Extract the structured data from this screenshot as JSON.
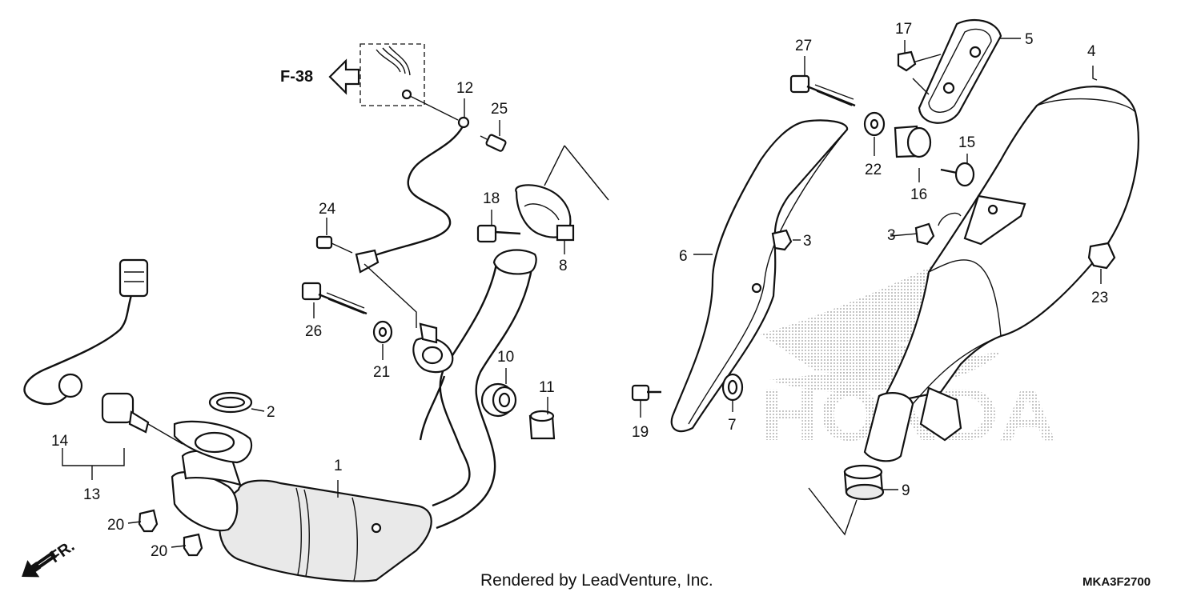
{
  "diagram": {
    "reference": {
      "label": "F-38"
    },
    "direction": {
      "label": "FR."
    },
    "watermark": {
      "text": "HONDA",
      "icon": "honda-wing-logo"
    },
    "credit": "Rendered by LeadVenture, Inc.",
    "code": "MKA3F2700",
    "parts": [
      {
        "id": "p1",
        "label": "1"
      },
      {
        "id": "p2",
        "label": "2"
      },
      {
        "id": "p3a",
        "label": "3"
      },
      {
        "id": "p3b",
        "label": "3"
      },
      {
        "id": "p4",
        "label": "4"
      },
      {
        "id": "p5",
        "label": "5"
      },
      {
        "id": "p6",
        "label": "6"
      },
      {
        "id": "p7",
        "label": "7"
      },
      {
        "id": "p8",
        "label": "8"
      },
      {
        "id": "p9",
        "label": "9"
      },
      {
        "id": "p10",
        "label": "10"
      },
      {
        "id": "p11",
        "label": "11"
      },
      {
        "id": "p12",
        "label": "12"
      },
      {
        "id": "p13",
        "label": "13"
      },
      {
        "id": "p14",
        "label": "14"
      },
      {
        "id": "p15",
        "label": "15"
      },
      {
        "id": "p16",
        "label": "16"
      },
      {
        "id": "p17",
        "label": "17"
      },
      {
        "id": "p18",
        "label": "18"
      },
      {
        "id": "p19",
        "label": "19"
      },
      {
        "id": "p20a",
        "label": "20"
      },
      {
        "id": "p20b",
        "label": "20"
      },
      {
        "id": "p21",
        "label": "21"
      },
      {
        "id": "p22",
        "label": "22"
      },
      {
        "id": "p23",
        "label": "23"
      },
      {
        "id": "p24",
        "label": "24"
      },
      {
        "id": "p25",
        "label": "25"
      },
      {
        "id": "p26",
        "label": "26"
      },
      {
        "id": "p27",
        "label": "27"
      }
    ]
  }
}
